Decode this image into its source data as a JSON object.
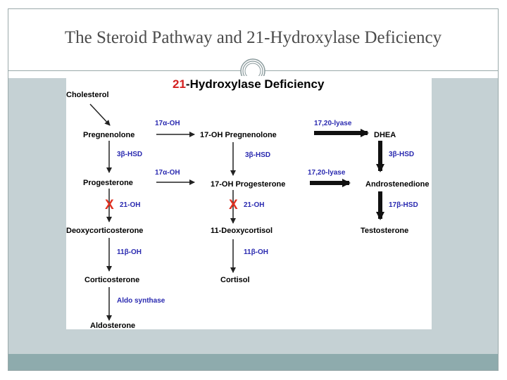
{
  "slide": {
    "title": "The Steroid Pathway and 21-Hydroxylase Deficiency"
  },
  "diagram": {
    "title_prefix": "21",
    "title_rest": "-Hydroxylase Deficiency",
    "nodes": {
      "cholesterol": "Cholesterol",
      "pregnenolone": "Pregnenolone",
      "progesterone": "Progesterone",
      "deoxycorticosterone": "Deoxycorticosterone",
      "corticosterone": "Corticosterone",
      "aldosterone": "Aldosterone",
      "oh17_pregnenolone": "17-OH Pregnenolone",
      "oh17_progesterone": "17-OH Progesterone",
      "deoxycortisol": "11-Deoxycortisol",
      "cortisol": "Cortisol",
      "dhea": "DHEA",
      "androstenedione": "Androstenedione",
      "testosterone": "Testosterone"
    },
    "enzymes": {
      "a17oh_1": "17α-OH",
      "a17oh_2": "17α-OH",
      "lyase_1": "17,20-lyase",
      "lyase_2": "17,20-lyase",
      "hsd3b_1": "3β-HSD",
      "hsd3b_2": "3β-HSD",
      "hsd3b_3": "3β-HSD",
      "oh21_1": "21-OH",
      "oh21_2": "21-OH",
      "hsd17b": "17β-HSD",
      "b11oh_1": "11β-OH",
      "b11oh_2": "11β-OH",
      "aldo": "Aldo synthase"
    },
    "block_mark": "X",
    "colors": {
      "enzyme_text": "#2a2ab0",
      "block_mark": "#e03020",
      "title_accent": "#d42020",
      "content_band": "#c5d1d4",
      "footer_band": "#8eabad"
    }
  }
}
